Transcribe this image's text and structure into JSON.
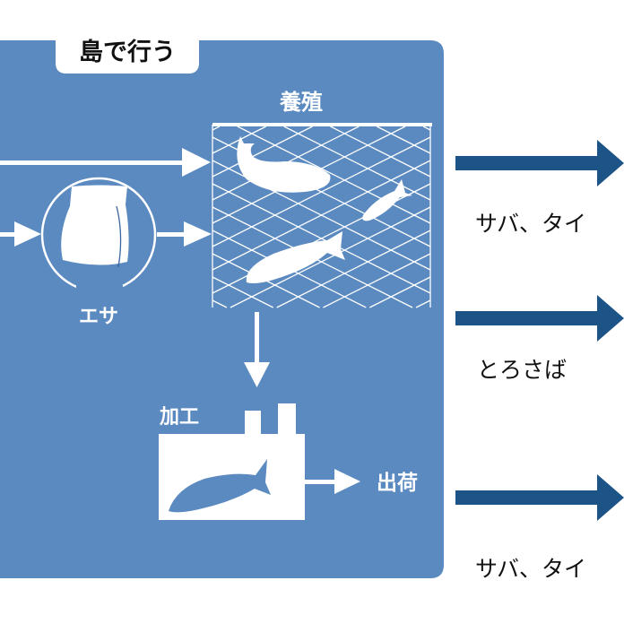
{
  "panel": {
    "title": "島で行う",
    "color": "#5b8ac0"
  },
  "stages": {
    "farming": "養殖",
    "feed": "エサ",
    "processing": "加工",
    "shipping": "出荷"
  },
  "outputs": [
    {
      "label": "サバ、タイ"
    },
    {
      "label": "とろさば"
    },
    {
      "label": "サバ、タイ"
    }
  ],
  "colors": {
    "output_arrow": "#1d5487",
    "text": "#111111"
  }
}
